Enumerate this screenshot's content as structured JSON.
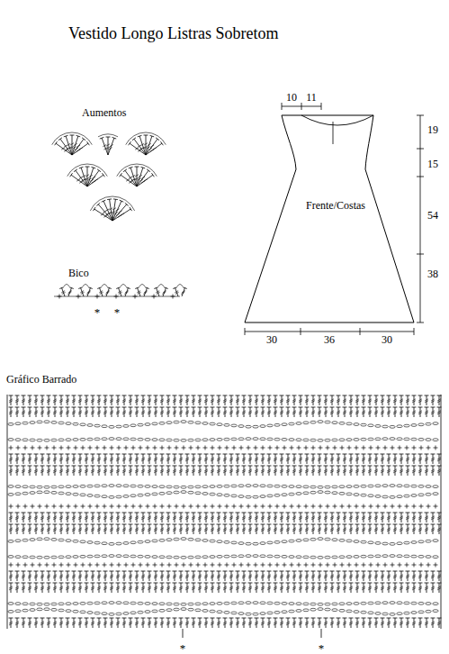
{
  "diagram": {
    "title": "Vestido Longo Listras Sobretom",
    "labels": [
      "Aumentos",
      "Bico",
      "*",
      "*",
      "10",
      "11",
      "19",
      "15",
      "54",
      "38",
      "Frente/Costas",
      "30",
      "36",
      "30",
      "Gráfico Barrado",
      "*",
      "*"
    ]
  }
}
